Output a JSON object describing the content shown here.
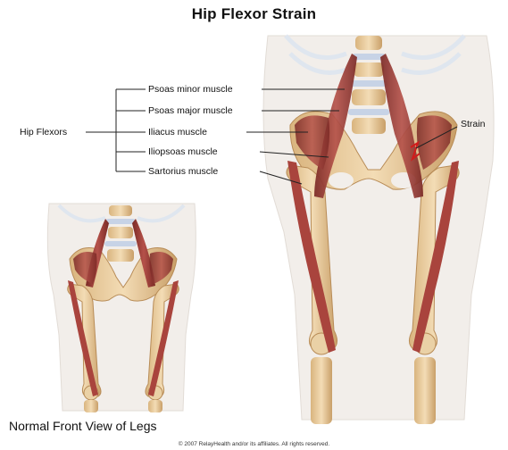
{
  "title": "Hip Flexor Strain",
  "group_label": "Hip Flexors",
  "labels": {
    "psoas_minor": "Psoas minor muscle",
    "psoas_major": "Psoas major muscle",
    "iliacus": "Iliacus muscle",
    "iliopsoas": "Iliopsoas muscle",
    "sartorius": "Sartorius muscle",
    "strain": "Strain"
  },
  "caption": "Normal Front View of Legs",
  "copyright": "© 2007 RelayHealth and/or its affiliates.  All rights reserved.",
  "colors": {
    "bone": "#e8c99a",
    "bone_shade": "#c9a06a",
    "muscle": "#9c3b36",
    "muscle_dark": "#6e2320",
    "skin": "#f1ece8",
    "disc": "#c7d3e6",
    "strain": "#d21b1b"
  }
}
